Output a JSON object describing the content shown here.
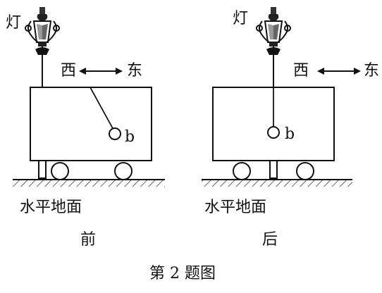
{
  "figure": {
    "caption": "第 2 题图",
    "ground_text": "水平地面",
    "lamp_text": "灯",
    "west_text": "西",
    "east_text": "东",
    "ball_text": "b"
  },
  "panels": [
    {
      "id": "before",
      "label": "前",
      "pendulum_state": "deflected toward east"
    },
    {
      "id": "after",
      "label": "后",
      "pendulum_state": "vertical"
    }
  ]
}
